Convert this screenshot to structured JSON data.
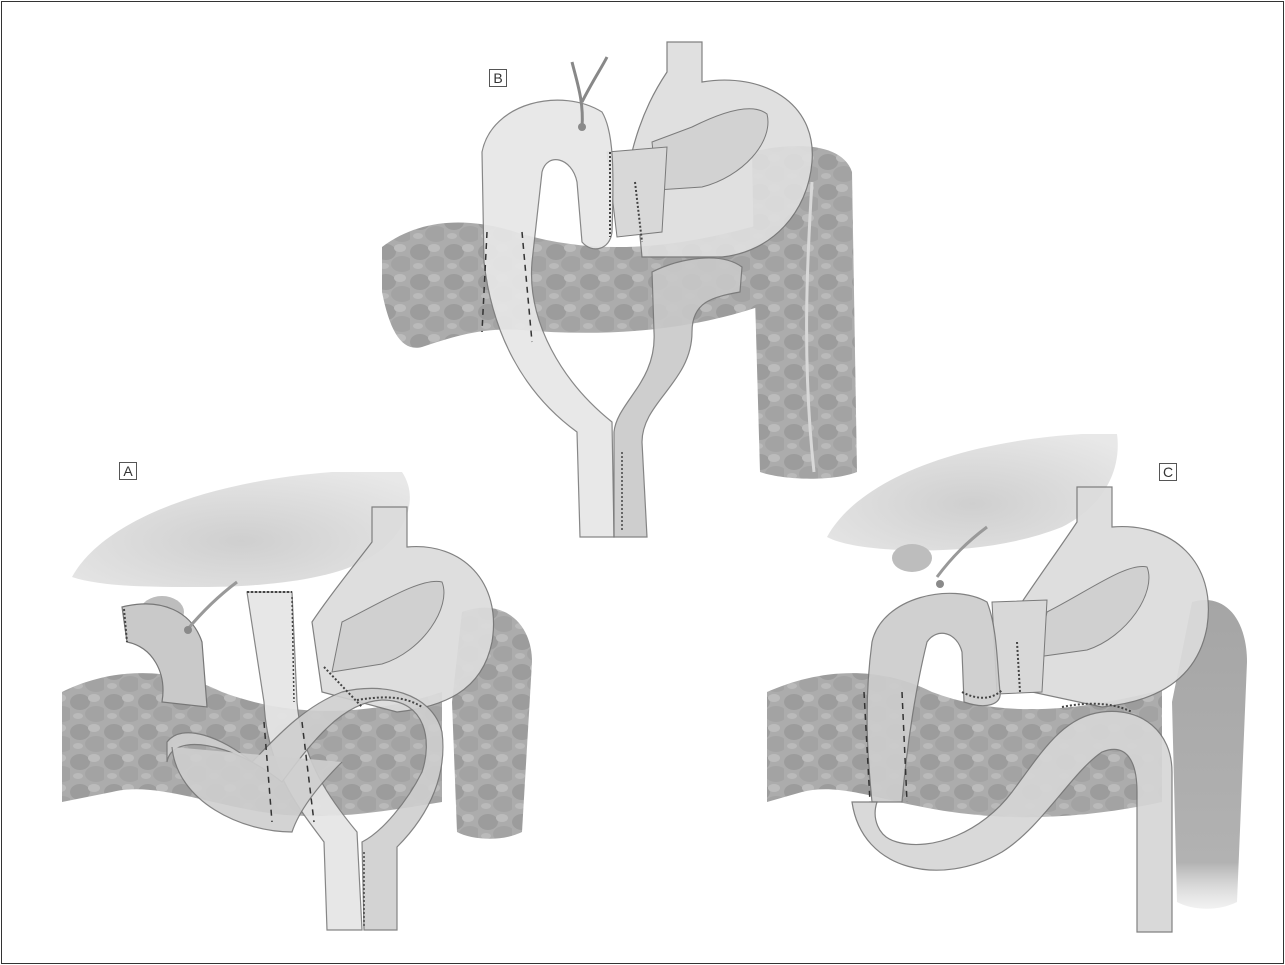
{
  "figure": {
    "panels": [
      {
        "id": "A",
        "label": "A"
      },
      {
        "id": "B",
        "label": "B"
      },
      {
        "id": "C",
        "label": "C"
      }
    ]
  }
}
